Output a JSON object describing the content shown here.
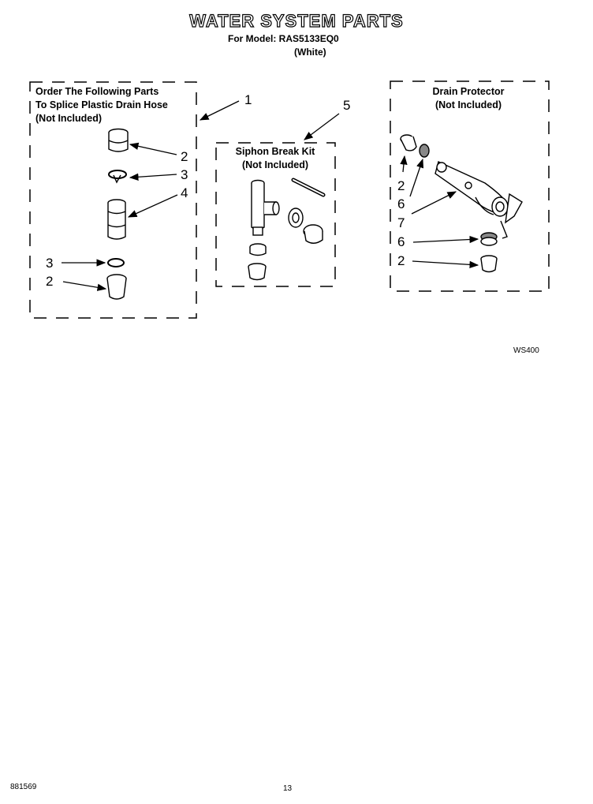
{
  "header": {
    "title": "WATER SYSTEM PARTS",
    "model_line": "For Model: RAS5133EQ0",
    "color_line": "(White)"
  },
  "groups": {
    "splice": {
      "line1": "Order The Following Parts",
      "line2": "To Splice Plastic Drain Hose",
      "line3": "(Not Included)"
    },
    "siphon": {
      "line1": "Siphon Break Kit",
      "line2": "(Not Included)"
    },
    "drain": {
      "line1": "Drain Protector",
      "line2": "(Not Included)"
    }
  },
  "callouts": {
    "c1": "1",
    "c2a": "2",
    "c3a": "3",
    "c4": "4",
    "c3b": "3",
    "c2b": "2",
    "c5": "5",
    "d2a": "2",
    "d6a": "6",
    "d7": "7",
    "d6b": "6",
    "d2b": "2"
  },
  "footer": {
    "figure_code": "WS400",
    "doc_number": "881569",
    "page_number": "13"
  }
}
